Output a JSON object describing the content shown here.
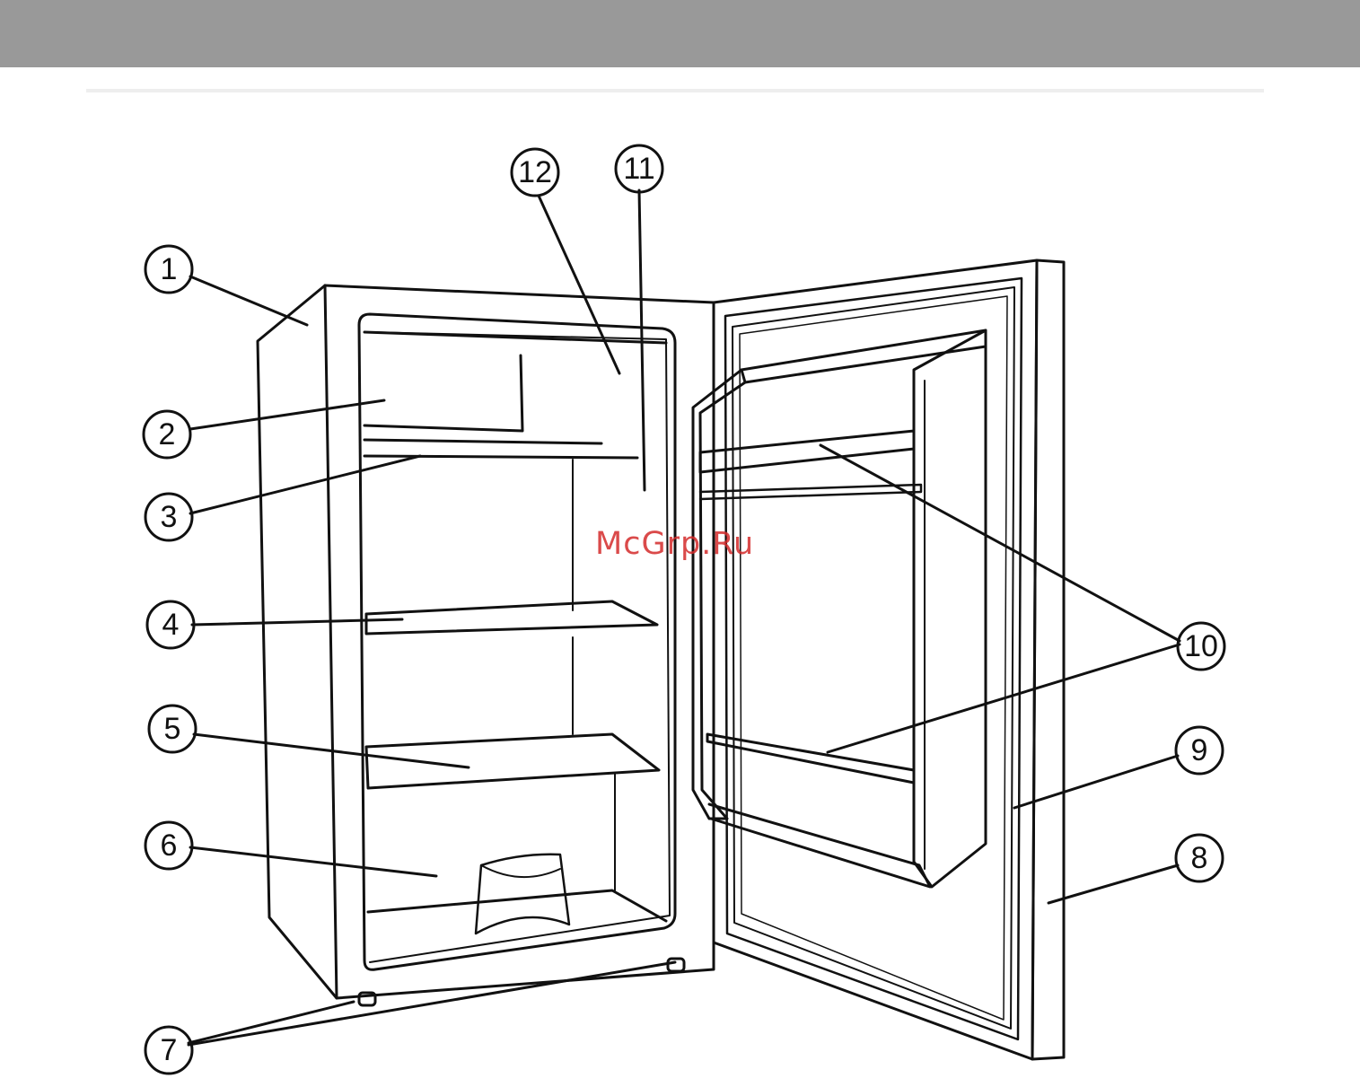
{
  "colors": {
    "top_bar": "#999999",
    "rule": "#eeeeee",
    "line": "#111111",
    "watermark": "#d42b2b"
  },
  "callouts": [
    {
      "id": 1,
      "label": "1"
    },
    {
      "id": 2,
      "label": "2"
    },
    {
      "id": 3,
      "label": "3"
    },
    {
      "id": 4,
      "label": "4"
    },
    {
      "id": 5,
      "label": "5"
    },
    {
      "id": 6,
      "label": "6"
    },
    {
      "id": 7,
      "label": "7"
    },
    {
      "id": 8,
      "label": "8"
    },
    {
      "id": 9,
      "label": "9"
    },
    {
      "id": 10,
      "label": "10"
    },
    {
      "id": 11,
      "label": "11"
    },
    {
      "id": 12,
      "label": "12"
    }
  ],
  "watermark": "McGrp.Ru"
}
